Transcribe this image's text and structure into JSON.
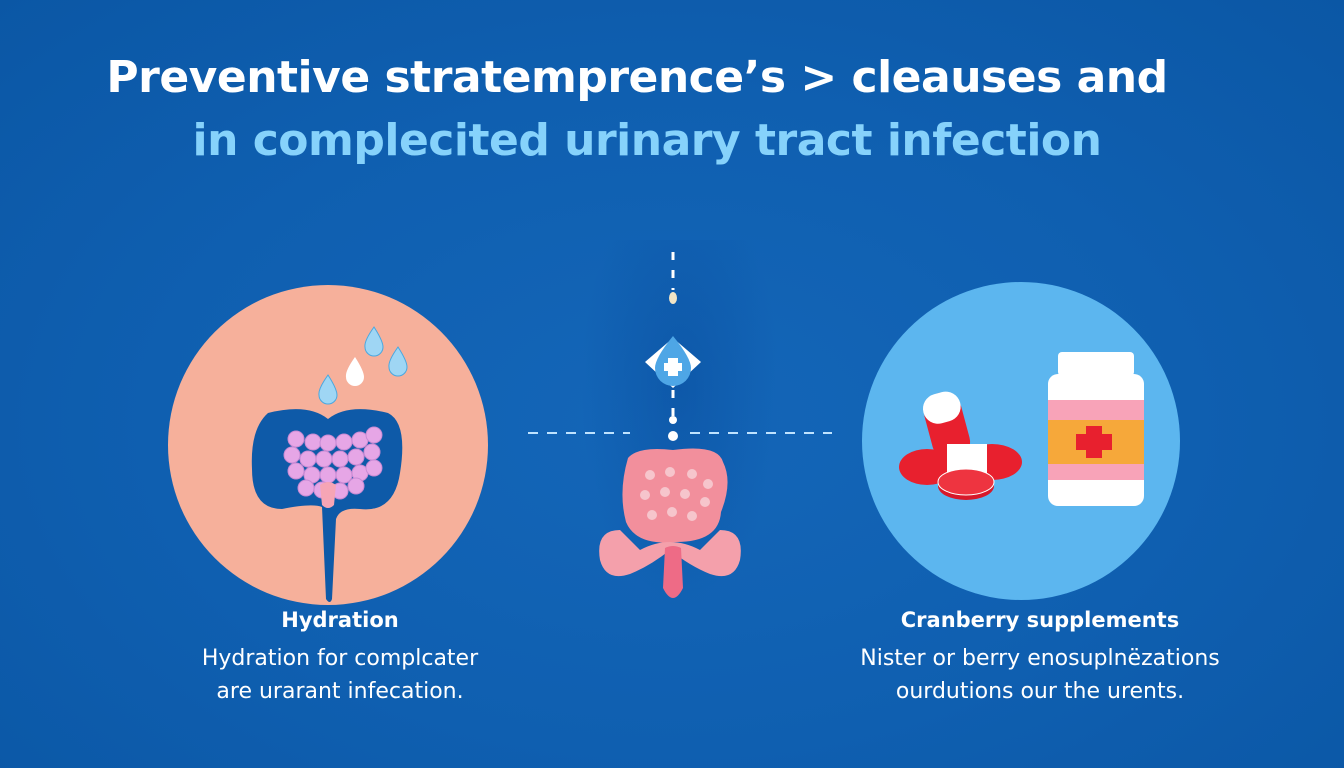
{
  "title": {
    "line1": "Preventive stratemprence’s > cleauses and",
    "line2": "in complecited urinary tract infection"
  },
  "panels": [
    {
      "id": "hydration",
      "heading": "Hydration",
      "text_line1": "Hydration for complcater",
      "text_line2": "are urarant infecation.",
      "illustration": "urinary-organ-with-water-drops",
      "circle_color": "#f6b09b"
    },
    {
      "id": "center",
      "illustration": "body-silhouette-with-bladder-and-diamond-marker",
      "marker_icon": "plus-drop-diamond-icon"
    },
    {
      "id": "cranberry",
      "heading": "Cranberry supplements",
      "text_line1": "Nister or berry enosuplnëzations",
      "text_line2": "ourdutions our the urents.",
      "illustration": "pills-and-supplement-bottle",
      "circle_color": "#5cb6ef"
    }
  ],
  "colors": {
    "background": "#0f5fb0",
    "title_primary": "#ffffff",
    "title_secondary": "#86d2fb",
    "organ_pink": "#f28f9c",
    "pill_red": "#e8202e",
    "label_orange": "#f6a83a"
  }
}
